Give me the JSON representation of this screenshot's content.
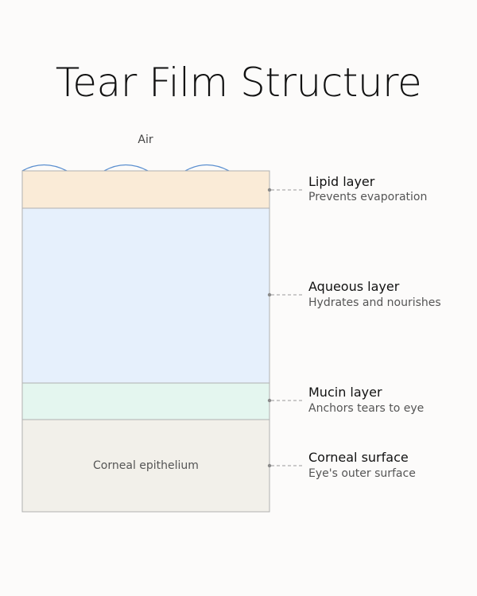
{
  "title": "Tear Film Structure",
  "air_label": "Air",
  "layers": [
    {
      "name": "Lipid layer",
      "desc": "Prevents evaporation",
      "fill": "#faebd7",
      "stroke": "#e2c9a6"
    },
    {
      "name": "Aqueous layer",
      "desc": "Hydrates and nourishes",
      "fill": "#e6f0fc",
      "stroke": "#b7cbe6"
    },
    {
      "name": "Mucin layer",
      "desc": "Anchors tears to eye",
      "fill": "#e4f6ef",
      "stroke": "#a9d7c4"
    },
    {
      "name": "Corneal surface",
      "desc": "Eye's outer surface",
      "fill": "#f2f0ea",
      "stroke": "#c9c5bb",
      "inner_label": "Corneal epithelium"
    }
  ],
  "colors": {
    "outline": "#b0b0b0",
    "lipid_bumps": "#5b8fcf",
    "leader": "#9a9a9a"
  }
}
